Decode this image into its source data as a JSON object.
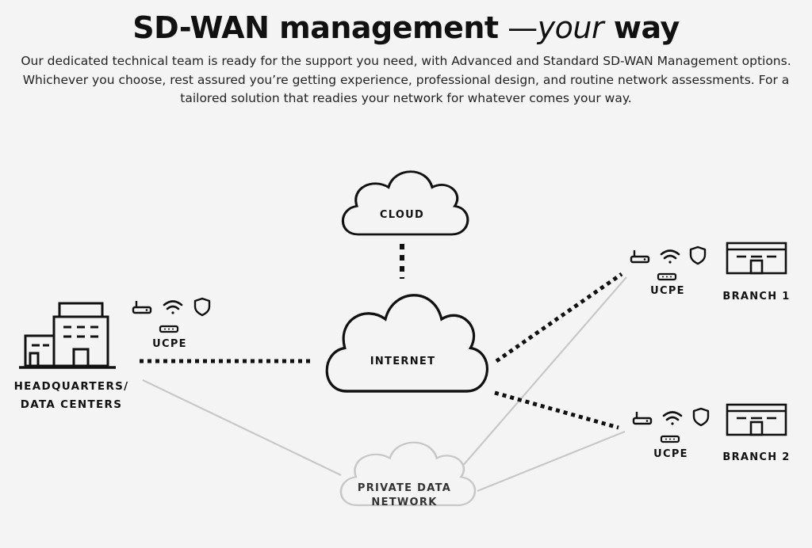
{
  "header": {
    "title_part1": "SD-WAN management",
    "title_dash": " —",
    "title_italic": "your",
    "title_part2": " way",
    "intro": "Our dedicated technical team is ready for the support you need, with Advanced and Standard SD-WAN Management options. Whichever you choose, rest assured you’re getting experience, professional design, and routine network assessments. For a tailored solution that readies your network for whatever comes your way."
  },
  "diagram": {
    "cloud_label": "CLOUD",
    "internet_label": "INTERNET",
    "private_network_line1": "PRIVATE DATA",
    "private_network_line2": "NETWORK",
    "hq_line1": "HEADQUARTERS/",
    "hq_line2": "DATA CENTERS",
    "ucpe_label": "UCPE",
    "branch1_label": "BRANCH 1",
    "branch2_label": "BRANCH 2"
  },
  "icons": [
    "office-building-icon",
    "router-icon",
    "wifi-icon",
    "shield-icon",
    "ucpe-device-icon",
    "branch-store-icon",
    "cloud-icon"
  ],
  "colors": {
    "background": "#f4f4f4",
    "ink": "#111111",
    "private_link": "#c8c8c8"
  }
}
